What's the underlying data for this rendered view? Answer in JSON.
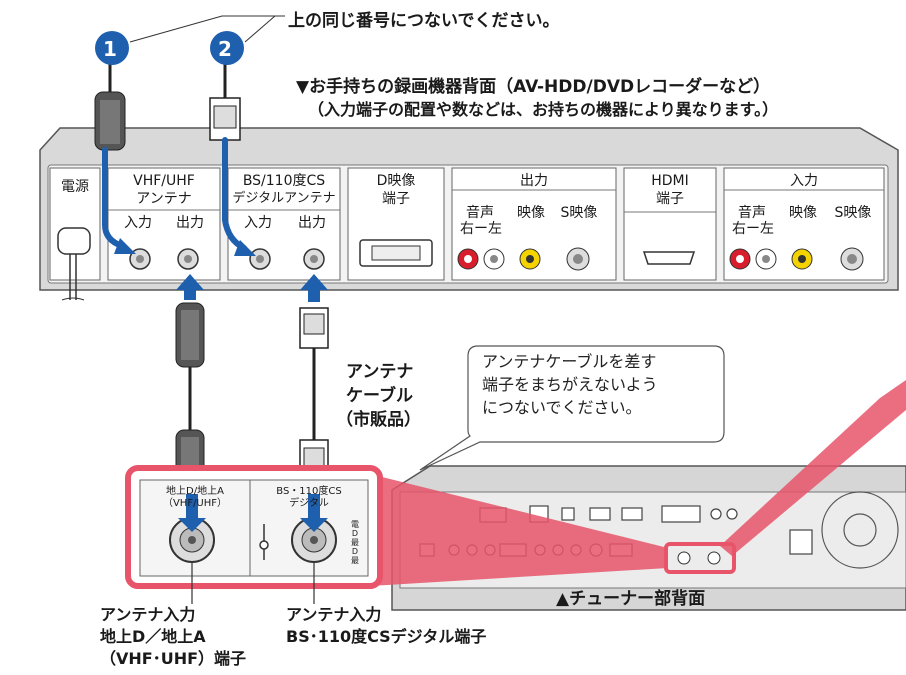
{
  "top_note": "上の同じ番号につないでください。",
  "badges": [
    "1",
    "2"
  ],
  "recorder": {
    "title": "▼お手持ちの録画機器背面（AV-HDD/DVDレコーダーなど）",
    "subtitle": "（入力端子の配置や数などは、お持ちの機器により異なります。）",
    "power_label": "電源",
    "vhf": {
      "line1": "VHF/UHF",
      "line2": "アンテナ",
      "in": "入力",
      "out": "出力"
    },
    "bs": {
      "line1": "BS/110度CS",
      "line2": "デジタルアンテナ",
      "in": "入力",
      "out": "出力"
    },
    "d_video": {
      "line1": "D映像",
      "line2": "端子"
    },
    "output": {
      "title": "出力",
      "audio": "音声",
      "lr": "右ー左",
      "video": "映像",
      "svideo": "S映像"
    },
    "hdmi": {
      "line1": "HDMI",
      "line2": "端子"
    },
    "input": {
      "title": "入力",
      "audio": "音声",
      "lr": "右ー左",
      "video": "映像",
      "svideo": "S映像"
    }
  },
  "bubble": {
    "line1": "アンテナケーブルを差す",
    "line2": "端子をまちがえないよう",
    "line3": "につないでください。"
  },
  "cable_label": {
    "line1": "アンテナ",
    "line2": "ケーブル",
    "line3": "（市販品）"
  },
  "tuner": {
    "left_port_line1": "地上D/地上A",
    "left_port_line2": "（VHF/UHF）",
    "right_port_line1": "BS・110度CS",
    "right_port_line2": "デジタル",
    "power_marks": "電 D 最 D 最",
    "caption": "▲チューナー部背面"
  },
  "bottom_labels": {
    "left": {
      "line1": "アンテナ入力",
      "line2": "地上D／地上A",
      "line3": "（VHF･UHF）端子"
    },
    "right": {
      "line1": "アンテナ入力",
      "line2": "BS･110度CSデジタル端子"
    }
  },
  "colors": {
    "arrow_blue": "#1e5fae",
    "highlight_pink": "#e8556a",
    "badge_blue": "#1e5fae",
    "panel_gray": "#e6e6e6"
  }
}
